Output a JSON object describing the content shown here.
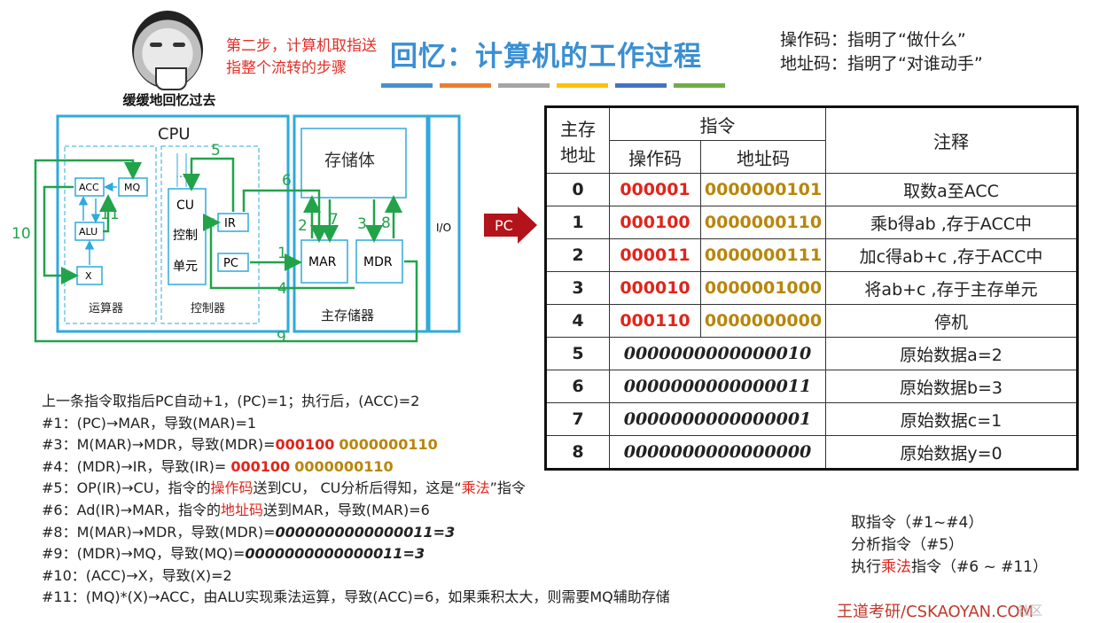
{
  "header": {
    "meme_caption": "缓缓地回忆过去",
    "red_note": "第二步，计算机取指送指整个流转的步骤",
    "title": "回忆：计算机的工作过程",
    "opcode_note": "操作码：指明了“做什么”",
    "address_note": "地址码：指明了“对谁动手”",
    "bar_colors": [
      "#4a8fcf",
      "#ed7d31",
      "#a5a5a5",
      "#ffc000",
      "#4472c4",
      "#70ad47"
    ]
  },
  "diagram": {
    "cpu_label": "CPU",
    "acc": "ACC",
    "mq": "MQ",
    "alu": "ALU",
    "x": "X",
    "alu_unit_label": "运算器",
    "cu": "CU",
    "cu_line2": "控制",
    "cu_line3": "单元",
    "ir": "IR",
    "pc": "PC",
    "controller_label": "控制器",
    "storage_body": "存储体",
    "mar": "MAR",
    "mdr": "MDR",
    "main_memory_label": "主存储器",
    "io": "I/O",
    "ellipsis": "…",
    "step_numbers": [
      "1",
      "2",
      "4",
      "5",
      "6",
      "7",
      "3",
      "8",
      "9",
      "10",
      "11"
    ],
    "pc_pointer": "PC",
    "colors": {
      "box": "#2eaadc",
      "arrow": "#22a34a"
    }
  },
  "table": {
    "headers": {
      "addr_line1": "主存",
      "addr_line2": "地址",
      "instr": "指令",
      "opcode": "操作码",
      "address": "地址码",
      "note": "注释"
    },
    "instr_rows": [
      {
        "addr": "0",
        "op": "000001",
        "ad": "0000000101",
        "note": "取数a至ACC"
      },
      {
        "addr": "1",
        "op": "000100",
        "ad": "0000000110",
        "note": "乘b得ab ,存于ACC中"
      },
      {
        "addr": "2",
        "op": "000011",
        "ad": "0000000111",
        "note": "加c得ab+c  ,存于ACC中"
      },
      {
        "addr": "3",
        "op": "000010",
        "ad": "0000001000",
        "note": "将ab+c ,存于主存单元"
      },
      {
        "addr": "4",
        "op": "000110",
        "ad": "0000000000",
        "note": "停机"
      }
    ],
    "data_rows": [
      {
        "addr": "5",
        "value": "0000000000000010",
        "note": "原始数据a=2"
      },
      {
        "addr": "6",
        "value": "0000000000000011",
        "note": "原始数据b=3"
      },
      {
        "addr": "7",
        "value": "0000000000000001",
        "note": "原始数据c=1"
      },
      {
        "addr": "8",
        "value": "0000000000000000",
        "note": "原始数据y=0"
      }
    ]
  },
  "steps_text": {
    "l0": "上一条指令取指后PC自动+1，(PC)=1；执行后，(ACC)=2",
    "l1": "#1：(PC)→MAR，导致(MAR)=1",
    "l3a": "#3：M(MAR)→MDR，导致(MDR)=",
    "l3_op": "000100",
    "l3_ad": "0000000110",
    "l4a": "#4：(MDR)→IR，导致(IR)= ",
    "l4_op": "000100",
    "l4_ad": "0000000110",
    "l5a": "#5：OP(IR)→CU，指令的",
    "l5_red": "操作码",
    "l5b": "送到CU， CU分析后得知，这是“",
    "l5_red2": "乘法",
    "l5c": "”指令",
    "l6a": "#6：Ad(IR)→MAR，指令的",
    "l6_red": "地址码",
    "l6b": "送到MAR，导致(MAR)=6",
    "l8a": "#8：M(MAR)→MDR，导致(MDR)=",
    "l8_it": "0000000000000011=3",
    "l9a": "#9：(MDR)→MQ，导致(MQ)=",
    "l9_it": "0000000000000011=3",
    "l10": "#10：(ACC)→X，导致(X)=2",
    "l11": "#11：(MQ)*(X)→ACC，由ALU实现乘法运算，导致(ACC)=6，如果乘积太大，则需要MQ辅助存储"
  },
  "phases": {
    "fetch": "取指令（#1~#4）",
    "analyze": "分析指令（#5）",
    "exec_a": "执行",
    "exec_red": "乘法",
    "exec_b": "指令（#6 ~ #11）"
  },
  "footer": {
    "brand": "王道考研/CSKAOYAN.COM",
    "faint": "社区"
  }
}
